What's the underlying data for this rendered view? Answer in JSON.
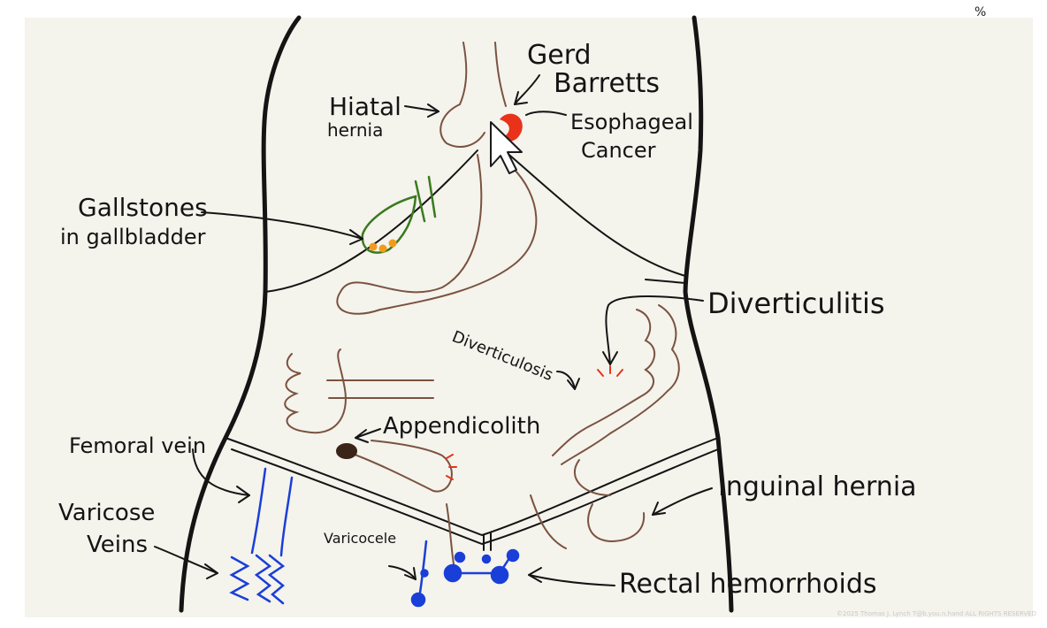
{
  "labels": {
    "gerd": "Gerd",
    "barretts": "Barretts",
    "hiatal_line1": "Hiatal",
    "hiatal_line2": "hernia",
    "esophageal_line1": "Esophageal",
    "esophageal_line2": "Cancer",
    "gallstones_line1": "Gallstones",
    "gallstones_line2": "in gallbladder",
    "diverticulitis": "Diverticulitis",
    "diverticulosis": "Diverticulosis",
    "appendicolith": "Appendicolith",
    "femoral_vein": "Femoral vein",
    "varicose_line1": "Varicose",
    "varicose_line2": "Veins",
    "varicocele": "Varicocele",
    "inguinal_hernia": "Inguinal hernia",
    "rectal_hemorrhoids": "Rectal hemorrhoids"
  },
  "corner_mark": "%",
  "copyright": "©2025 Thomas J. Lynch T@b.you.n.hand ALL RIGHTS RESERVED",
  "colors": {
    "ink": "#141414",
    "organ": "#7a5240",
    "gallbladder": "#3a7a1e",
    "stones": "#f29a1a",
    "cancer": "#e8331a",
    "vein": "#1a3ed8",
    "appendicolith": "#3a2418",
    "board": "#f4f3ec"
  },
  "icons": [
    "mouse-cursor-icon"
  ]
}
